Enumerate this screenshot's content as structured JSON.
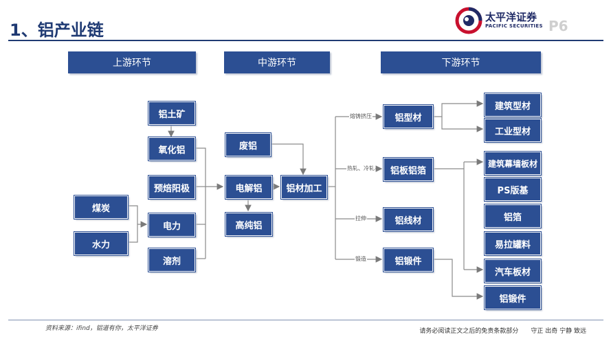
{
  "page": {
    "title": "1、铝产业链",
    "page_number": "P6"
  },
  "logo": {
    "name_cn": "太平洋证券",
    "name_en": "PACIFIC SECURITIES",
    "icon": "pacific-securities-logo-icon"
  },
  "headers": {
    "upstream": "上游环节",
    "midstream": "中游环节",
    "downstream": "下游环节"
  },
  "nodes": {
    "bauxite": "铝土矿",
    "alumina": "氧化铝",
    "prebaked_anode": "预焙阳极",
    "coal": "煤炭",
    "hydro": "水力",
    "power": "电力",
    "flux": "溶剂",
    "scrap_al": "废铝",
    "electrolytic_al": "电解铝",
    "high_purity_al": "高纯铝",
    "processing": "铝材加工",
    "profiles": "铝型材",
    "sheet_foil": "铝板铝箔",
    "wire": "铝线材",
    "forgings": "铝锻件",
    "building_profiles": "建筑型材",
    "industrial_profiles": "工业型材",
    "curtain_wall": "建筑幕墙板材",
    "ps_plate": "PS版基",
    "foil": "铝箔",
    "easy_open_can": "易拉罐料",
    "auto_sheet": "汽车板材",
    "forgings_product": "铝锻件"
  },
  "edge_labels": {
    "extrusion": "熔铸挤压",
    "rolling": "热轧、冷轧",
    "drawing": "拉伸",
    "forging": "锻造"
  },
  "footer": {
    "source": "资料来源：ifind，铝道有你，太平洋证券",
    "disclaimer": "请务必阅读正文之后的免责条款部分　　守正 出奇 宁静 致远"
  }
}
